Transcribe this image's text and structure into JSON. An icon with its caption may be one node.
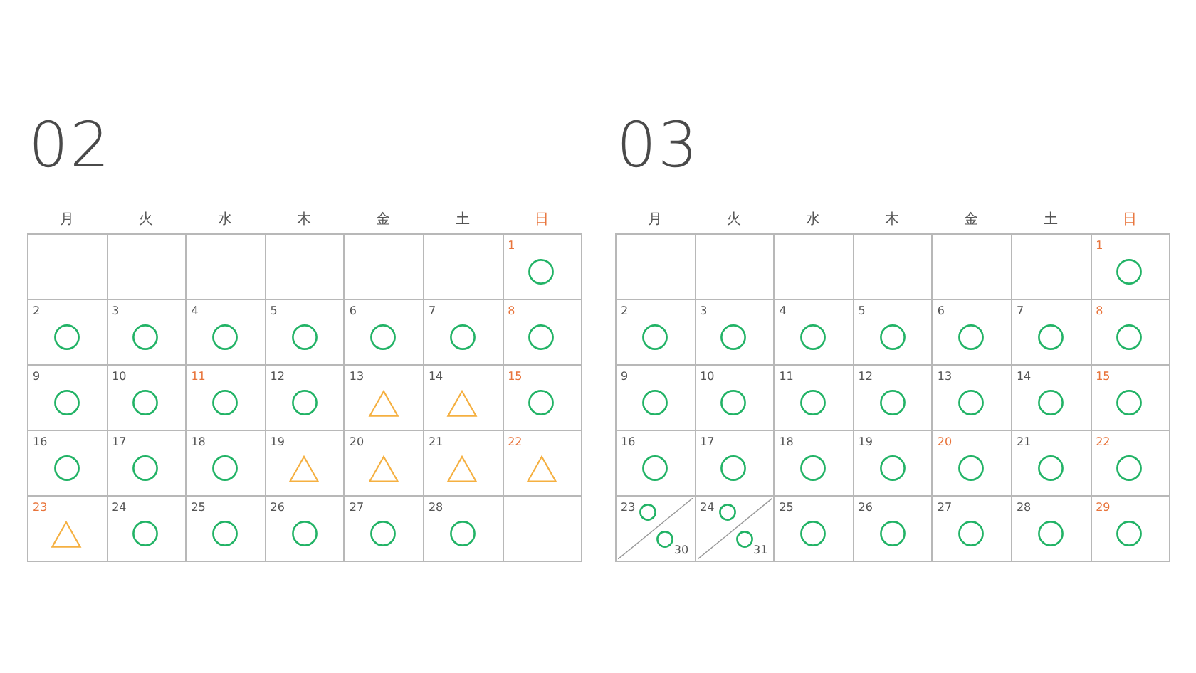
{
  "diagram": {
    "nodes": [
      {
        "text": [
          "02"
        ]
      },
      {
        "text": [],
        "shape": "box",
        "in": 0
      },
      {
        "text": [],
        "shape": "box",
        "in": 0
      },
      {
        "text": [],
        "shape": "box",
        "in": 0
      },
      {
        "text": [],
        "shape": "box",
        "in": 0
      },
      {
        "text": [],
        "shape": "box",
        "in": 0
      },
      {
        "text": [],
        "shape": "box",
        "in": 0
      },
      {
        "text": [
          "1"
        ],
        "in": 0
      },
      {
        "text": [],
        "shape": "circle",
        "in": 7
      },
      {
        "text": [
          "2"
        ],
        "in": 0
      },
      {
        "text": [],
        "shape": "circle",
        "in": 9
      },
      {
        "text": [
          "3"
        ],
        "in": 0
      },
      {
        "text": [],
        "shape": "circle",
        "in": 11
      },
      {
        "text": [
          "4"
        ],
        "in": 0
      },
      {
        "text": [],
        "shape": "circle",
        "in": 13
      },
      {
        "text": [
          "5"
        ],
        "in": 0
      },
      {
        "text": [],
        "shape": "circle",
        "in": 15
      },
      {
        "text": [
          "6"
        ],
        "in": 0
      },
      {
        "text": [],
        "shape": "circle",
        "in": 17
      },
      {
        "text": [
          "7"
        ],
        "in": 0
      },
      {
        "text": [],
        "shape": "circle",
        "in": 19
      },
      {
        "text": [
          "8"
        ],
        "in": 0
      },
      {
        "text": [],
        "shape": "circle",
        "in": 21
      },
      {
        "text": [
          "9"
        ],
        "in": 0
      },
      {
        "text": [],
        "shape": "circle",
        "in": 23
      },
      {
        "text": [
          "10"
        ],
        "in": 0
      },
      {
        "text": [],
        "shape": "circle",
        "in": 25
      },
      {
        "text": [
          "11"
        ],
        "in": 0
      },
      {
        "text": [],
        "shape": "circle",
        "in": 27
      },
      {
        "text": [
          "12"
        ],
        "in": 0
      },
      {
        "text": [],
        "shape": "circle",
        "in": 29
      },
      {
        "text": [
          "13"
        ],
        "in": 0
      },
      {
        "text": [],
        "shape": "triangle",
        "in": 31
      },
      {
        "text": [
          "14"
        ],
        "in": 0
      },
      {
        "text": [],
        "shape": "triangle",
        "in": 33
      },
      {
        "text": [
          "15"
        ],
        "in": 0
      },
      {
        "text": [],
        "shape": "circle",
        "in": 35
      },
      {
        "text": [
          "16"
        ],
        "in": 0
      },
      {
        "text": [],
        "shape": "circle",
        "in": 37
      },
      {
        "text": [
          "17"
        ],
        "in": 0
      },
      {
        "text": [],
        "shape": "circle",
        "in": 39
      },
      {
        "text": [
          "18"
        ],
        "in": 0
      },
      {
        "text": [],
        "shape": "circle",
        "in": 41
      },
      {
        "text": [
          "19"
        ],
        "in": 0
      },
      {
        "text": [],
        "shape": "triangle",
        "in": 43
      },
      {
        "text": [
          "20"
        ],
        "in": 0
      },
      {
        "text": [],
        "shape": "triangle",
        "in": 45
      },
      {
        "text": [
          "21"
        ],
        "in": 0
      },
      {
        "text": [],
        "shape": "triangle",
        "in": 47
      },
      {
        "text": [
          "22"
        ],
        "in": 0
      },
      {
        "text": [],
        "shape": "triangle",
        "in": 49
      },
      {
        "text": [
          "23"
        ],
        "in": 0
      },
      {
        "text": [],
        "shape": "triangle",
        "in": 51
      },
      {
        "text": [
          "24"
        ],
        "in": 0
      },
      {
        "text": [],
        "shape": "circle",
        "in": 53
      },
      {
        "text": [
          "25"
        ],
        "in": 0
      },
      {
        "text": [],
        "shape": "circle",
        "in": 55
      },
      {
        "text": [
          "26"
        ],
        "in": 0
      },
      {
        "text": [],
        "shape": "circle",
        "in": 57
      },
      {
        "text": [
          "27"
        ],
        "in": 0
      },
      {
        "text": [],
        "shape": "circle",
        "in": 59
      },
      {
        "text": [
          "28"
        ],
        "in": 0
      },
      {
        "text": [],
        "shape": "circle",
        "in": 61
      },
      {
        "text": [],
        "shape": "box",
        "in": 0
      },
      {
        "text": [
          "03"
        ]
      },
      {
        "text": [],
        "shape": "box",
        "in": 64
      },
      {
        "text": [],
        "shape": "box",
        "in": 64
      },
      {
        "text": [],
        "shape": "box",
        "in": 64
      },
      {
        "text": [],
        "shape": "box",
        "in": 64
      },
      {
        "text": [],
        "shape": "box",
        "in": 64
      },
      {
        "text": [],
        "shape": "box",
        "in": 64
      },
      {
        "text": [
          "1"
        ],
        "in": 64
      },
      {
        "text": [],
        "shape": "circle",
        "in": 71
      },
      {
        "text": [
          "2"
        ],
        "in": 64
      },
      {
        "text": [],
        "shape": "circle",
        "in": 73
      },
      {
        "text": [
          "3"
        ],
        "in": 64
      },
      {
        "text": [],
        "shape": "circle",
        "in": 75
      },
      {
        "text": [
          "4"
        ],
        "in": 64
      },
      {
        "text": [],
        "shape": "circle",
        "in": 77
      },
      {
        "text": [
          "5"
        ],
        "in": 64
      },
      {
        "text": [],
        "shape": "circle",
        "in": 79
      },
      {
        "text": [
          "6"
        ],
        "in": 64
      },
      {
        "text": [],
        "shape": "circle",
        "in": 81
      },
      {
        "text": [
          "7"
        ],
        "in": 64
      },
      {
        "text": [],
        "shape": "circle",
        "in": 83
      },
      {
        "text": [
          "8"
        ],
        "in": 64
      },
      {
        "text": [],
        "shape": "circle",
        "in": 85
      },
      {
        "text": [
          "9"
        ],
        "in": 64
      },
      {
        "text": [],
        "shape": "circle",
        "in": 87
      },
      {
        "text": [
          "10"
        ],
        "in": 64
      },
      {
        "text": [],
        "shape": "circle",
        "in": 89
      },
      {
        "text": [
          "11"
        ],
        "in": 64
      },
      {
        "text": [],
        "shape": "circle",
        "in": 91
      },
      {
        "text": [
          "12"
        ],
        "in": 64
      },
      {
        "text": [],
        "shape": "circle",
        "in": 93
      },
      {
        "text": [
          "13"
        ],
        "in": 64
      },
      {
        "text": [],
        "shape": "circle",
        "in": 95
      },
      {
        "text": [
          "14"
        ],
        "in": 64
      },
      {
        "text": [],
        "shape": "circle",
        "in": 97
      },
      {
        "text": [
          "15"
        ],
        "in": 64
      },
      {
        "text": [],
        "shape": "circle",
        "in": 99
      },
      {
        "text": [
          "16"
        ],
        "in": 64
      },
      {
        "text": [],
        "shape": "circle",
        "in": 101
      },
      {
        "text": [
          "17"
        ],
        "in": 64
      },
      {
        "text": [],
        "shape": "circle",
        "in": 103
      },
      {
        "text": [
          "18"
        ],
        "in": 64
      },
      {
        "text": [],
        "shape": "circle",
        "in": 105
      },
      {
        "text": [
          "19"
        ],
        "in": 64
      },
      {
        "text": [],
        "shape": "circle",
        "in": 107
      },
      {
        "text": [
          "20"
        ],
        "in": 64
      },
      {
        "text": [],
        "shape": "circle",
        "in": 109
      },
      {
        "text": [
          "21"
        ],
        "in": 64
      },
      {
        "text": [],
        "shape": "circle",
        "in": 111
      },
      {
        "text": [
          "22"
        ],
        "in": 64
      },
      {
        "text": [],
        "shape": "circle",
        "in": 113
      },
      {
        "text": [
          "23",
          "30"
        ],
        "in": 64
      },
      {
        "text": [],
        "shape": "circle",
        "in": 115
      },
      {
        "text": [],
        "shape": "circle",
        "in": 115
      },
      {
        "text": [
          "24",
          "31"
        ],
        "in": 64
      },
      {
        "text": [],
        "shape": "circle",
        "in": 118
      },
      {
        "text": [],
        "shape": "circle",
        "in": 118
      },
      {
        "text": [
          "25"
        ],
        "in": 64
      },
      {
        "text": [],
        "shape": "circle",
        "in": 121
      },
      {
        "text": [
          "26"
        ],
        "in": 64
      },
      {
        "text": [],
        "shape": "circle",
        "in": 123
      },
      {
        "text": [
          "27"
        ],
        "in": 64
      },
      {
        "text": [],
        "shape": "circle",
        "in": 125
      },
      {
        "text": [
          "28"
        ],
        "in": 64
      },
      {
        "text": [],
        "shape": "circle",
        "in": 127
      },
      {
        "text": [
          "29"
        ],
        "in": 64
      },
      {
        "text": [],
        "shape": "circle",
        "in": 129
      }
    ],
    "labels": [
      "月",
      "火",
      "水",
      "木",
      "金",
      "土",
      "日",
      "月",
      "火",
      "水",
      "木",
      "金",
      "土",
      "日"
    ]
  }
}
